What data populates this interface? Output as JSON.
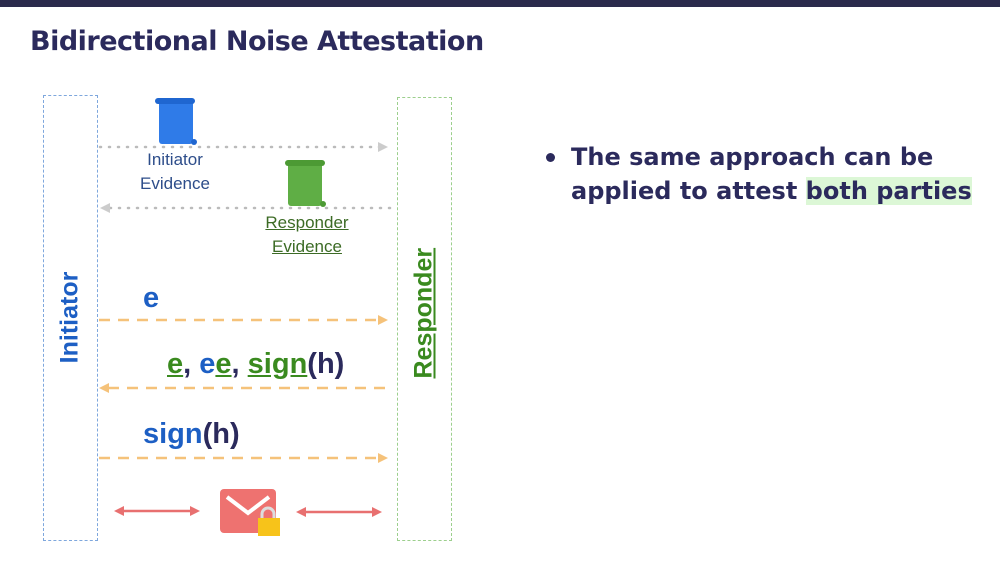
{
  "title": "Bidirectional Noise Attestation",
  "lanes": {
    "initiator": "Initiator",
    "responder": "Responder"
  },
  "evidence": {
    "initiator": [
      "Initiator",
      "Evidence"
    ],
    "responder": [
      "Responder",
      "Evidence"
    ]
  },
  "messages": {
    "m1": {
      "e": "e"
    },
    "m2": {
      "e1": "e",
      "c1": ", ",
      "e2a": "e",
      "e2b": "e",
      "c2": ", ",
      "sign": "sign",
      "h": "(h)"
    },
    "m3": {
      "sign": "sign",
      "h": "(h)"
    }
  },
  "bullet": {
    "text": "The same approach can be applied to attest ",
    "highlight": "both parties"
  },
  "colors": {
    "initiator": "#1d5fc4",
    "responder": "#3a8a1f",
    "message_arrow": "#f5c27a",
    "secure": "#ec6f6f"
  }
}
